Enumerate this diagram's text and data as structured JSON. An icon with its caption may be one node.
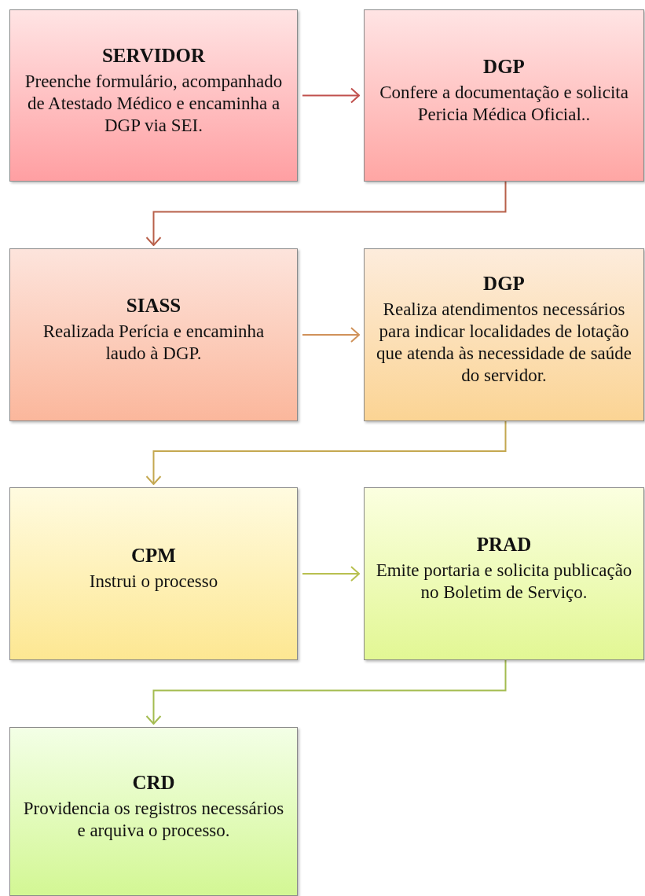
{
  "diagram": {
    "nodes": [
      {
        "text": [
          "SERVIDOR",
          "Preenche formulário, acompanhado de Atestado Médico e encaminha a DGP via SEI."
        ]
      },
      {
        "text": [
          "DGP",
          "Confere a documentação e solicita Pericia Médica Oficial.."
        ]
      },
      {
        "text": [
          "SIASS",
          "Realizada Perícia e encaminha laudo à DGP."
        ]
      },
      {
        "text": [
          "DGP",
          "Realiza atendimentos necessários para indicar localidades de lotação que atenda às necessidade de saúde do servidor."
        ]
      },
      {
        "text": [
          "CPM",
          "Instrui o processo"
        ]
      },
      {
        "text": [
          "PRAD",
          "Emite portaria e solicita publicação no Boletim de Serviço."
        ]
      },
      {
        "text": [
          "CRD",
          "Providencia os registros necessários e arquiva o processo."
        ]
      }
    ],
    "edges": [
      {
        "from": 0,
        "to": 1,
        "arrow": "to",
        "color": "#c0504d"
      },
      {
        "from": 1,
        "to": 2,
        "arrow": "to",
        "color": "#b8604a"
      },
      {
        "from": 2,
        "to": 3,
        "arrow": "to",
        "color": "#d0925a"
      },
      {
        "from": 3,
        "to": 4,
        "arrow": "to",
        "color": "#c4a850"
      },
      {
        "from": 4,
        "to": 5,
        "arrow": "to",
        "color": "#b8c050"
      },
      {
        "from": 5,
        "to": 6,
        "arrow": "to",
        "color": "#a4bc50"
      }
    ]
  }
}
